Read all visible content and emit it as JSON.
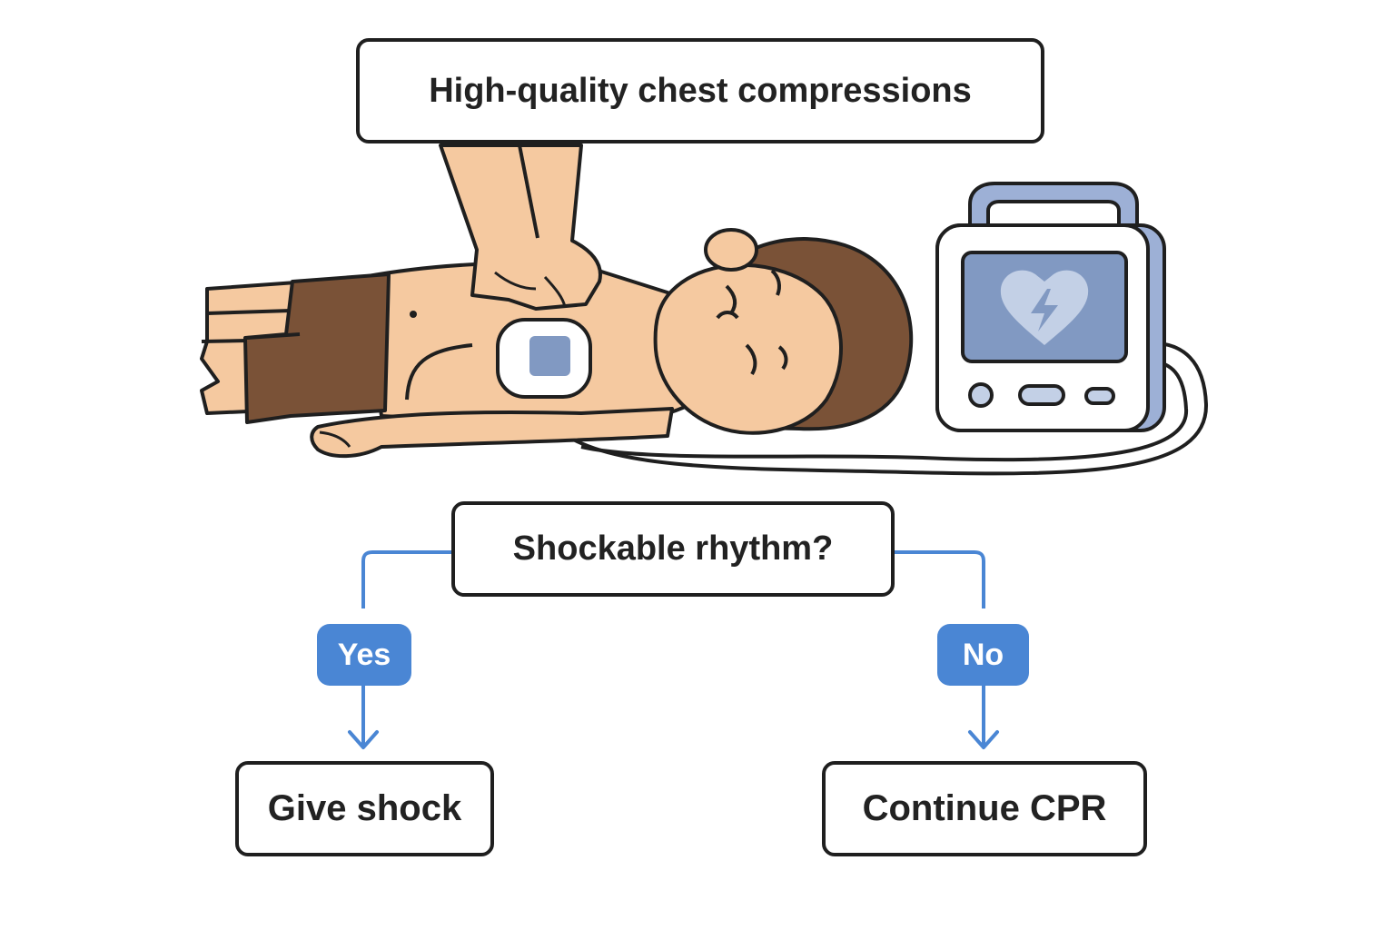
{
  "diagram": {
    "top_label": "High-quality chest compressions",
    "decision_label": "Shockable rhythm?",
    "branches": {
      "yes": {
        "label": "Yes",
        "result": "Give shock"
      },
      "no": {
        "label": "No",
        "result": "Continue CPR"
      }
    }
  },
  "colors": {
    "outline": "#1f1f1f",
    "skin": "#f5c9a0",
    "hair_and_shorts": "#7a5237",
    "accent_blue": "#4a86d4",
    "aed_screen": "#8199c2",
    "aed_handle": "#9db0d6"
  },
  "icons": [
    "heart-lightning-icon"
  ]
}
